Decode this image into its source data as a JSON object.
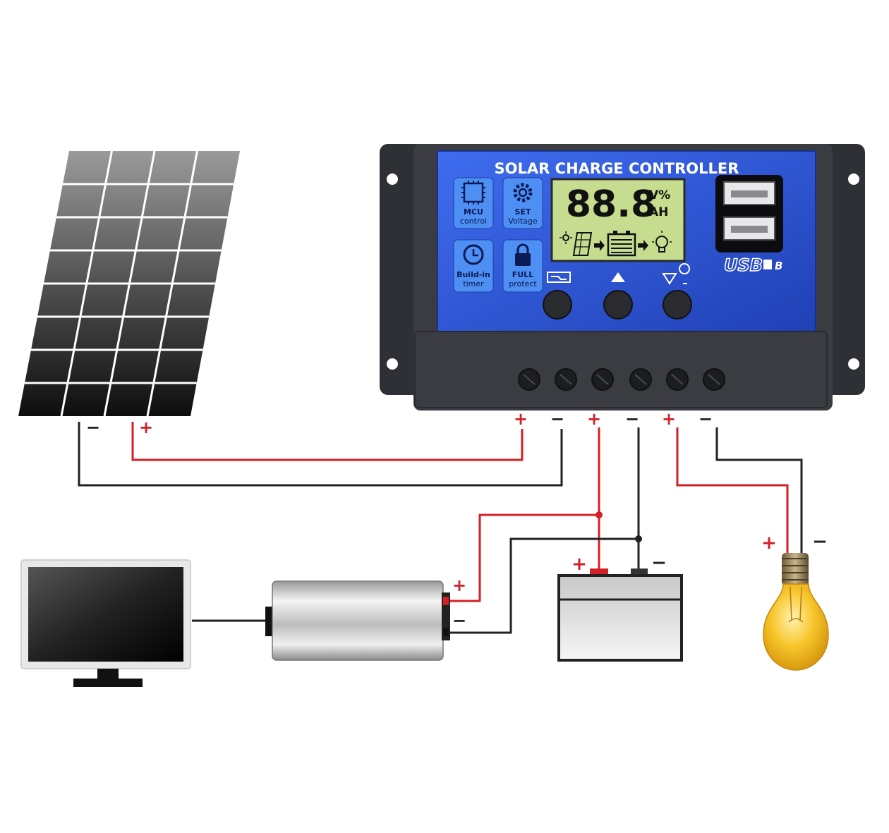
{
  "controller": {
    "title": "SOLAR CHARGE CONTROLLER",
    "lcd_digits": "88.8",
    "lcd_unit_top": "V%",
    "lcd_unit_bottom": "AH",
    "features": [
      {
        "icon": "mcu-chip-icon",
        "line1": "MCU",
        "line2": "control"
      },
      {
        "icon": "gear-icon",
        "line1": "SET",
        "line2": "Voltage"
      },
      {
        "icon": "clock-icon",
        "line1": "Build-in",
        "line2": "timer"
      },
      {
        "icon": "lock-icon",
        "line1": "FULL",
        "line2": "protect"
      }
    ],
    "usb_label": "USB",
    "usb_suffix": "B"
  },
  "terminals": [
    "+",
    "−",
    "+",
    "−",
    "+",
    "−"
  ],
  "panel_polarity": {
    "neg": "−",
    "pos": "+"
  },
  "inverter_polarity": {
    "pos": "+",
    "neg": "−"
  },
  "battery_polarity": {
    "pos": "+",
    "neg": "−"
  },
  "bulb_polarity": {
    "pos": "+",
    "neg": "−"
  },
  "colors": {
    "wire_red": "#d32027",
    "wire_black": "#222222",
    "controller_blue": "#2a55d6",
    "controller_body": "#3a3c42",
    "lcd_green": "#c6dc8f",
    "bulb_yellow": "#f6c12a"
  }
}
